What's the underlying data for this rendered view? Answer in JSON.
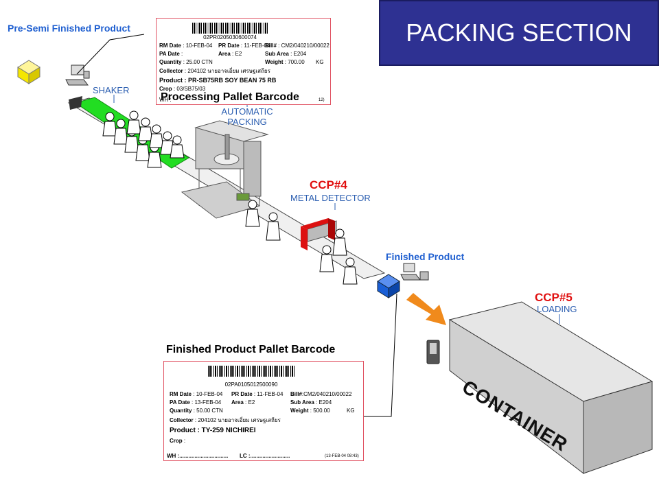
{
  "title": "PACKING SECTION",
  "labels": {
    "pre_semi": "Pre-Semi Finished Product",
    "shaker": "SHAKER",
    "auto_packing_1": "AUTOMATIC",
    "auto_packing_2": "PACKING",
    "ccp4": "CCP#4",
    "metal_detector": "METAL DETECTOR",
    "finished_product": "Finished Product",
    "ccp5": "CCP#5",
    "loading": "LOADING",
    "container": "CONTAINER",
    "processing_heading": "Processing Pallet Barcode",
    "finished_heading": "Finished Product Pallet Barcode"
  },
  "processing_card": {
    "barcode": "02PR0205030600074",
    "rm_date_label": "RM Date",
    "rm_date": ": 10-FEB-04",
    "pr_date_label": "PR Date",
    "pr_date": ": 11-FEB-04",
    "bill_label": "Bill#",
    "bill": ": CM2/040210/00022",
    "pa_date_label": "PA  Date",
    "pa_date": ":",
    "area_label": "Area",
    "area": ": E2",
    "sub_area_label": "Sub Area",
    "sub_area": ": E204",
    "quantity_label": "Quantity",
    "quantity": ": 25.00  CTN",
    "weight_label": "Weight",
    "weight": ": 700.00",
    "weight_unit": "KG",
    "collector_label": "Collector",
    "collector": ": 204102  นายอาจเอี่ยม   เศรษฐเสถียร",
    "product_label": "Product",
    "product": ": PR-SB75RB  SOY BEAN 75 RB",
    "crop_label": "Crop",
    "crop": ": 03/SB75/03",
    "wh_label": "WH :",
    "stamp": "12)"
  },
  "finished_card": {
    "barcode": "02PA0105012500090",
    "rm_date_label": "RM Date",
    "rm_date": ": 10-FEB-04",
    "pr_date_label": "PR Date",
    "pr_date": ": 11-FEB-04",
    "bill_label": "Bill#",
    "bill": ":CM2/040210/00022",
    "pa_date_label": "PA Date",
    "pa_date": ": 13-FEB-04",
    "area_label": "Area",
    "area": ": E2",
    "sub_area_label": "Sub Area",
    "sub_area": ": E204",
    "quantity_label": "Quantity",
    "quantity": ": 50.00  CTN",
    "weight_label": "Weight",
    "weight": ": 500.00",
    "weight_unit": "KG",
    "collector_label": "Collector",
    "collector": ": 204102  นายอาจเอี่ยม   เศรษฐเสถียร",
    "product_label": "Product",
    "product": ": TY-259 NICHIREI",
    "crop_label": "Crop",
    "crop": ":",
    "wh_label": "WH :................................",
    "lc_label": "LC :..........................",
    "stamp": "(13-FEB-04 08:43)"
  },
  "colors": {
    "title_bg": "#2e3192",
    "ccp_red": "#e01010",
    "label_blue": "#1f5fd0",
    "conveyor_green": "#22dd22",
    "pre_semi_box": "#f5e600",
    "finished_box": "#1a5fd6",
    "arrow_orange": "#f08a1c",
    "detector_red": "#dd1111"
  },
  "icons": [
    "computer-terminal-icon",
    "worker-icon",
    "pallet-box-icon",
    "handheld-scanner-icon",
    "loading-arrow-icon"
  ]
}
